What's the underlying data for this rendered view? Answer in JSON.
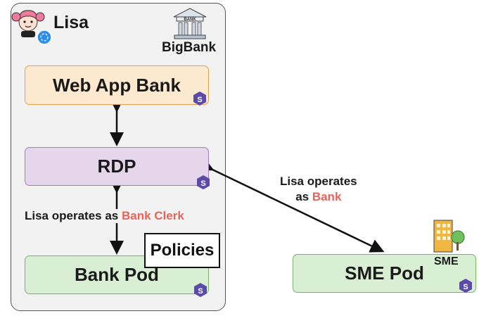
{
  "header": {
    "user_name": "Lisa",
    "org_name": "BigBank",
    "bank_sign": "BANK"
  },
  "nodes": {
    "web_app": "Web App Bank",
    "rdp": "RDP",
    "bank_pod": "Bank Pod",
    "policies": "Policies",
    "sme_pod": "SME Pod",
    "sme_label": "SME"
  },
  "labels": {
    "clerk_prefix": "Lisa operates as ",
    "clerk_role": "Bank Clerk",
    "bank_line1": "Lisa operates",
    "bank_line2_prefix": "as ",
    "bank_role": "Bank"
  },
  "colors": {
    "highlight": "#e8645a",
    "solid_badge": "#5b4aa8"
  },
  "icons": [
    "user-avatar-icon",
    "bank-building-icon",
    "office-building-icon",
    "solid-logo-icon"
  ]
}
